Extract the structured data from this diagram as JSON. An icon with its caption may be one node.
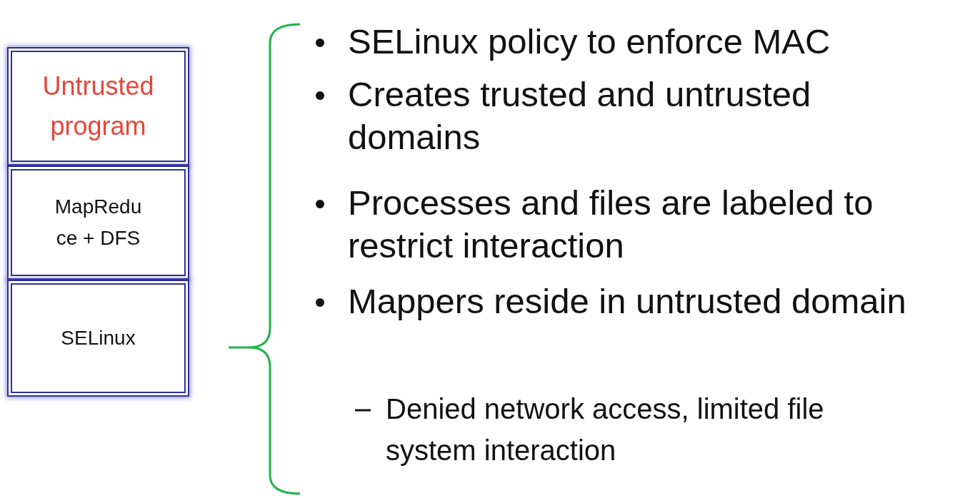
{
  "diagram": {
    "nodes": [
      {
        "text": [
          "Untrusted program"
        ]
      },
      {
        "text": [
          "MapReduce + DFS"
        ]
      },
      {
        "text": [
          "SELinux"
        ]
      }
    ],
    "edges": [],
    "labels": [
      "SELinux policy to enforce MAC",
      "Creates trusted and untrusted domains",
      "Processes and files are labeled to restrict interaction",
      "Mappers reside in untrusted domain",
      "Denied network access, limited file system interaction"
    ]
  }
}
